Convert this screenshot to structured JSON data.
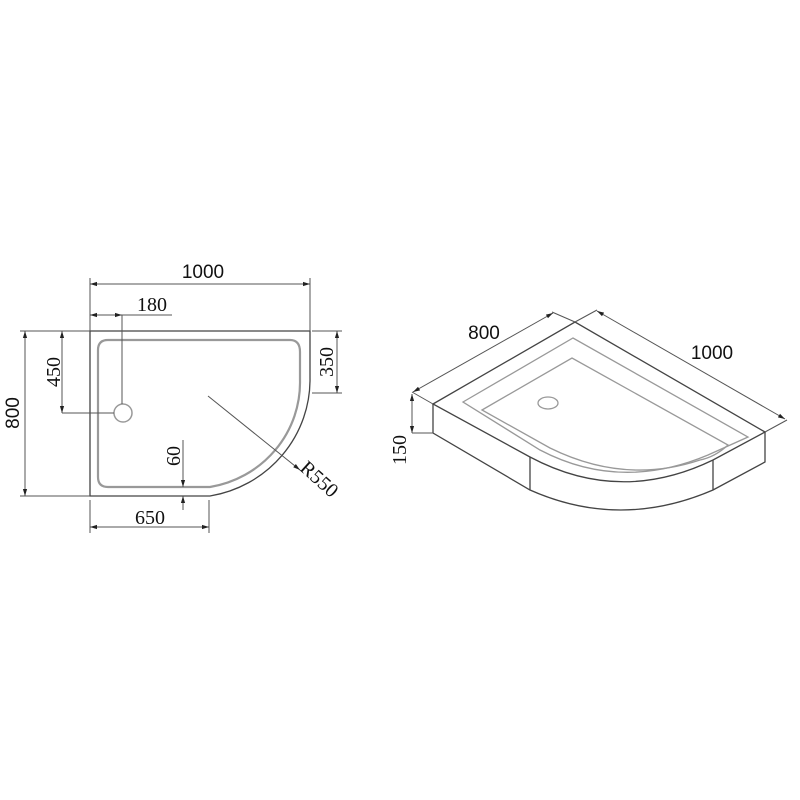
{
  "plan_view": {
    "width": "1000",
    "drain_offset_x": "180",
    "drain_offset_y": "450",
    "depth": "800",
    "straight_side": "350",
    "rim": "60",
    "straight_front": "650",
    "radius": "R550"
  },
  "iso_view": {
    "depth": "800",
    "width": "1000",
    "height": "150"
  },
  "colors": {
    "line": "#444444",
    "background": "#ffffff"
  }
}
